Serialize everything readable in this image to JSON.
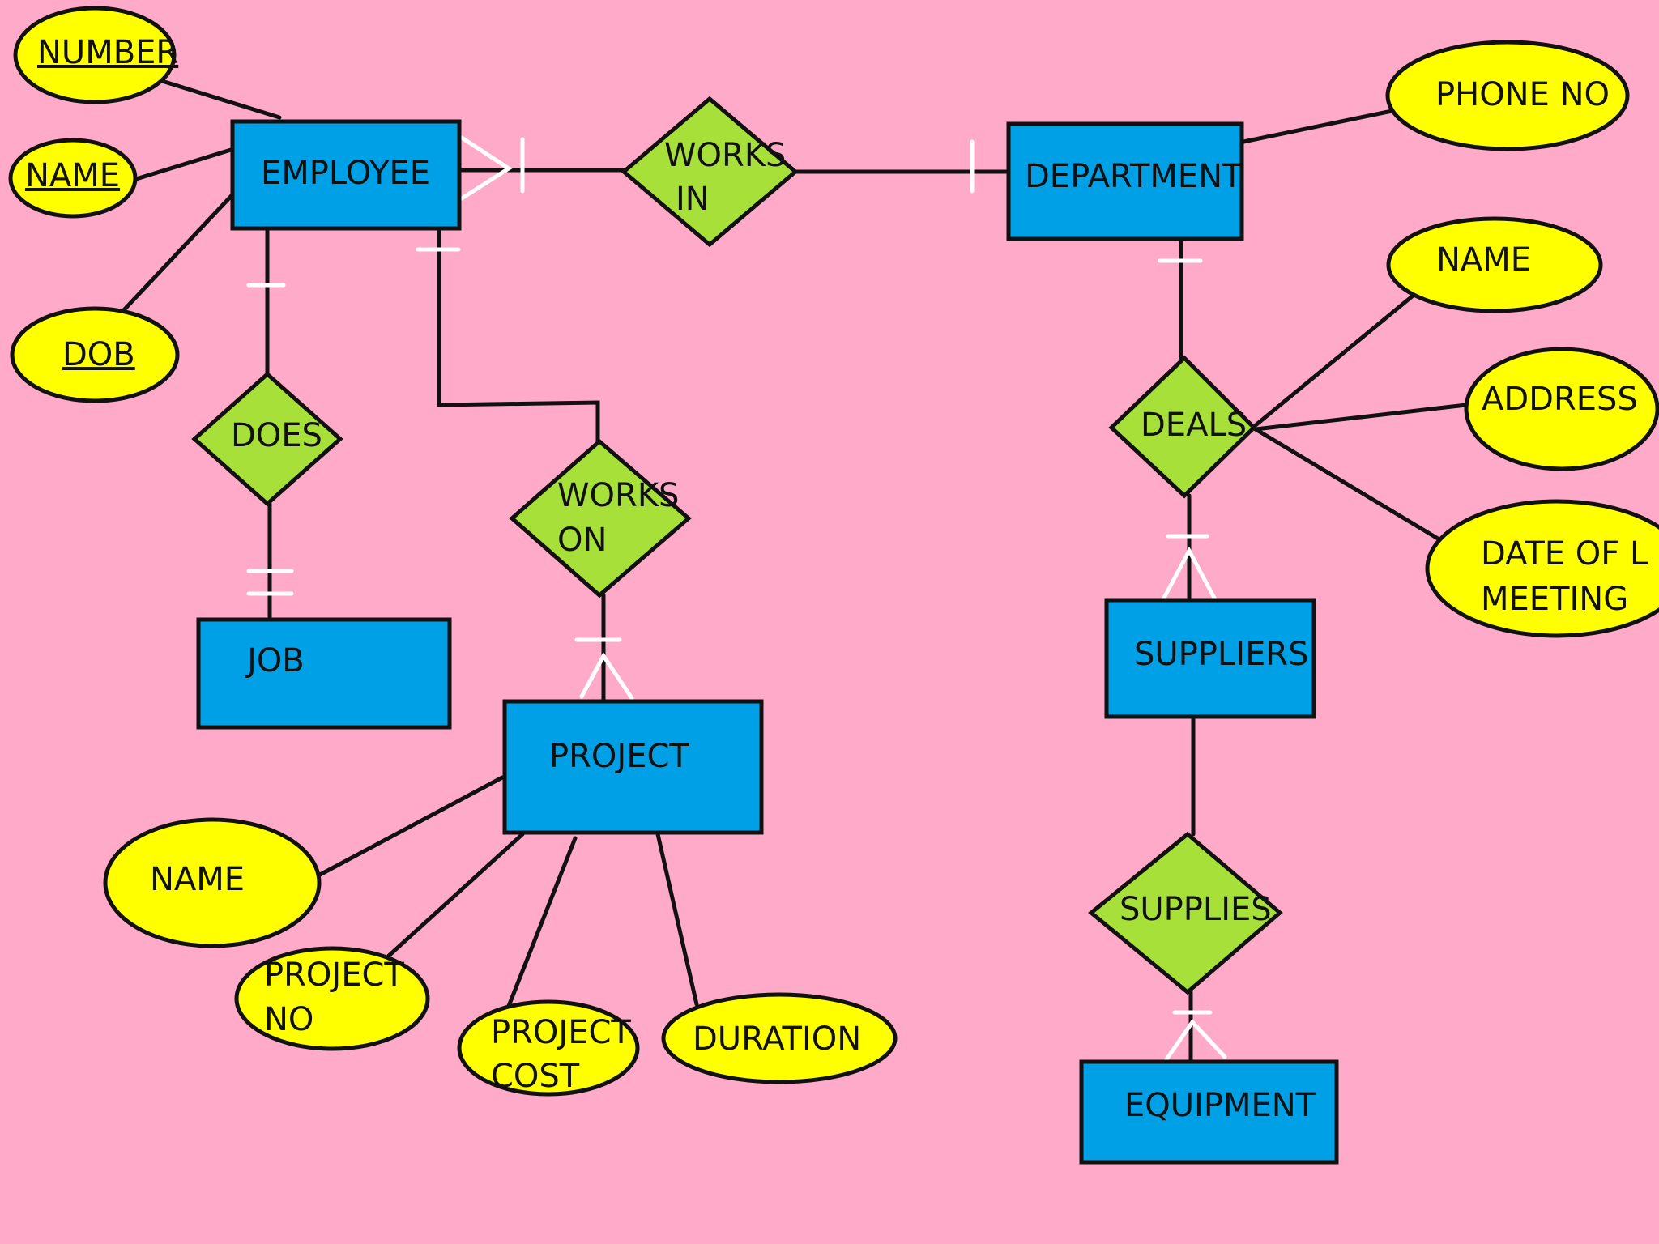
{
  "colors": {
    "background": "#ffaac8",
    "entity_fill": "#00a0e6",
    "relationship_fill": "#a8e03a",
    "attribute_fill": "#ffff00",
    "line": "#111111",
    "cardinality_mark": "#ffffff"
  },
  "entities": {
    "employee": "EMPLOYEE",
    "department": "DEPARTMENT",
    "job": "JOB",
    "project": "PROJECT",
    "suppliers": "SUPPLIERS",
    "equipment": "EQUIPMENT"
  },
  "relationships": {
    "works_in": [
      "WORKS",
      "IN"
    ],
    "does": "DOES",
    "works_on": [
      "WORKS",
      "ON"
    ],
    "deals": "DEALS",
    "supplies": "SUPPLIES"
  },
  "attributes": {
    "employee_number": "NUMBER",
    "employee_name": "NAME",
    "employee_dob": "DOB",
    "department_phone": "PHONE NO",
    "deals_name": "NAME",
    "deals_address": "ADDRESS",
    "deals_date": [
      "DATE OF L",
      "MEETING"
    ],
    "project_name": "NAME",
    "project_no": [
      "PROJECT",
      "NO"
    ],
    "project_cost": [
      "PROJECT",
      "COST"
    ],
    "project_duration": "DURATION"
  }
}
